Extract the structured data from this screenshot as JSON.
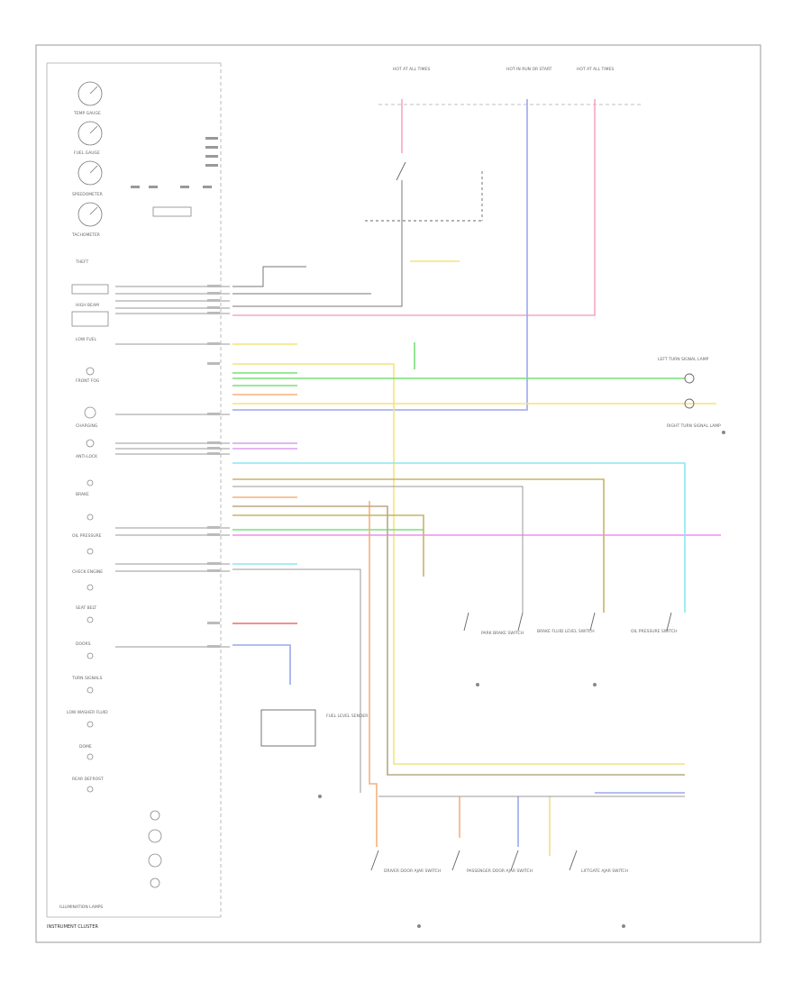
{
  "cluster": {
    "title": "INSTRUMENT CLUSTER",
    "illumination_label": "ILLUMINATION LAMPS",
    "gauges": [
      "TEMP GAUGE",
      "FUEL GAUGE",
      "SPEEDOMETER",
      "TACHOMETER"
    ],
    "indicators": [
      "THEFT",
      "HIGH BEAM",
      "LOW FUEL",
      "FRONT FOG",
      "CHARGING",
      "ANTI-LOCK",
      "BRAKE",
      "OIL PRESSURE",
      "CHECK ENGINE",
      "SEAT BELT",
      "DOORS",
      "TURN SIGNALS",
      "LOW WASHER FLUID",
      "DOME",
      "REAR DEFROST"
    ]
  },
  "power": {
    "fuses": [
      "HOT AT ALL TIMES",
      "HOT IN RUN OR START",
      "HOT AT ALL TIMES"
    ]
  },
  "components": [
    "BRAKE FLUID LEVEL SWITCH",
    "OIL PRESSURE SWITCH",
    "LEFT TURN SIGNAL LAMP",
    "RIGHT TURN SIGNAL LAMP",
    "DRIVER DOOR AJAR SWITCH",
    "PASSENGER DOOR AJAR SWITCH",
    "LIFTGATE AJAR SWITCH",
    "FUEL LEVEL SENDER",
    "PARK BRAKE SWITCH"
  ]
}
